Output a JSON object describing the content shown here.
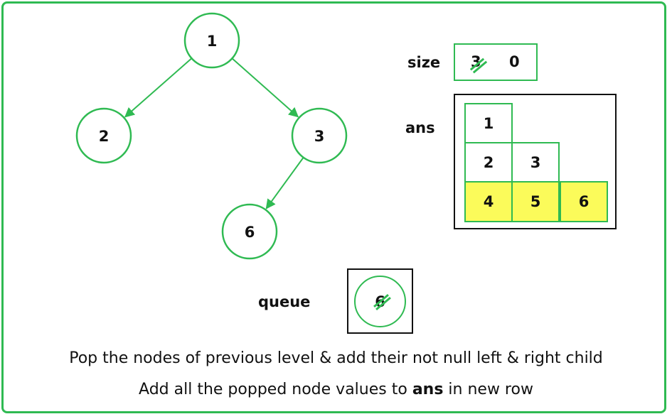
{
  "colors": {
    "accent": "#2fba52",
    "highlight": "#fbfb5a",
    "text": "#111111"
  },
  "tree": {
    "nodes": [
      {
        "id": "n1",
        "label": "1"
      },
      {
        "id": "n2",
        "label": "2"
      },
      {
        "id": "n3",
        "label": "3"
      },
      {
        "id": "n6",
        "label": "6"
      }
    ],
    "edges": [
      [
        "n1",
        "n2"
      ],
      [
        "n1",
        "n3"
      ],
      [
        "n3",
        "n6"
      ]
    ]
  },
  "size": {
    "label": "size",
    "old_value": "3",
    "new_value": "0"
  },
  "ans": {
    "label": "ans",
    "rows": [
      [
        "1"
      ],
      [
        "2",
        "3"
      ],
      [
        "4",
        "5",
        "6"
      ]
    ]
  },
  "queue": {
    "label": "queue",
    "item": "6"
  },
  "captions": {
    "line1": "Pop the nodes of previous level & add their not null left & right child",
    "line2_prefix": "Add all the popped node values to ",
    "line2_bold": "ans",
    "line2_suffix": " in new row"
  }
}
